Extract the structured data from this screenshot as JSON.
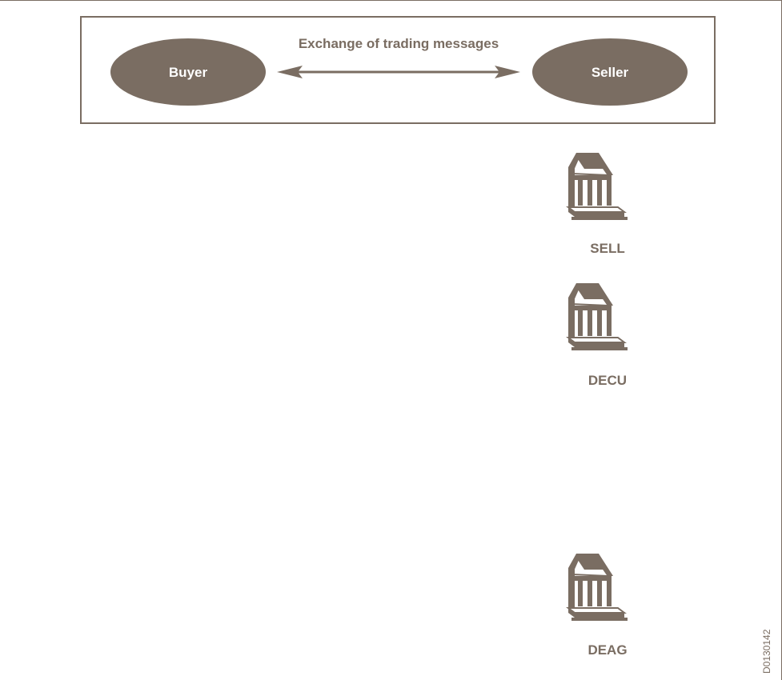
{
  "title": "Exchange of trading messages",
  "parties": {
    "buyer": "Buyer",
    "seller": "Seller"
  },
  "institutions": [
    {
      "label": "SELL"
    },
    {
      "label": "DECU"
    },
    {
      "label": "DEAG"
    }
  ],
  "figure_id": "D0130142",
  "colors": {
    "primary": "#7a6d62",
    "light": "#ffffff",
    "frame": "#7a6d62"
  }
}
